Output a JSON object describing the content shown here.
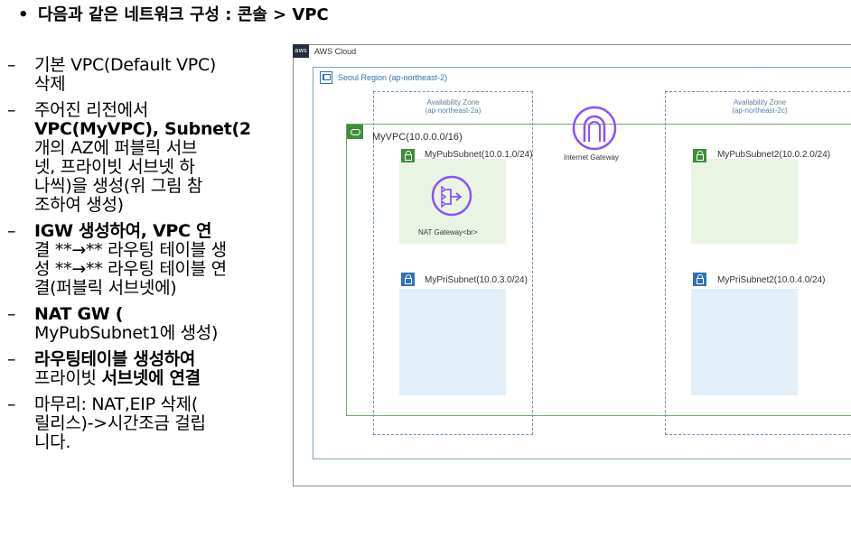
{
  "title": {
    "bullet": "•",
    "text": "다음과 같은 네트워크 구성 : 콘솔 > VPC"
  },
  "steps": [
    {
      "dash": "–",
      "lines": [
        [
          "기본 VPC(Default VPC)"
        ],
        [
          "삭제"
        ]
      ]
    },
    {
      "dash": "–",
      "lines": [
        [
          "주어진 리전에서"
        ],
        [
          "**VPC**(MyVPC), ",
          "**Subnet**(2"
        ],
        [
          "개의 AZ에 퍼블릭 서브"
        ],
        [
          "넷, 프라이빗 서브넷 하"
        ],
        [
          "나씩)을 생성(위 그림 참"
        ],
        [
          "조하여 생성)"
        ]
      ]
    },
    {
      "dash": "–",
      "lines": [
        [
          "**IGW** 생성하여, VPC 연"
        ],
        [
          "결 **→** 라우팅 테이블 생"
        ],
        [
          "성 **→** 라우팅 테이블 연"
        ],
        [
          "결(퍼블릭 서브넷에)"
        ]
      ]
    },
    {
      "dash": "–",
      "lines": [
        [
          "**NAT GW** ("
        ],
        [
          "MyPubSubnet1에 생성)"
        ]
      ]
    },
    {
      "dash": "–",
      "lines": [
        [
          "**라우팅테이블** 생성하여"
        ],
        [
          "프라이빗 ",
          "**서브넷에 연결**"
        ]
      ]
    },
    {
      "dash": "–",
      "lines": [
        [
          "마무리: NAT,EIP 삭제("
        ],
        [
          "릴리스)->시간조금 걸립"
        ],
        [
          "니다."
        ]
      ]
    }
  ],
  "diagram": {
    "aws_logo": "aws",
    "cloud_label": "AWS Cloud",
    "region_label": "Seoul Region (ap-northeast-2)",
    "az1": {
      "title": "Availability Zone",
      "code": "(ap-northeast-2a)"
    },
    "az2": {
      "title": "Availability Zone",
      "code": "(ap-northeast-2c)"
    },
    "vpc_label": "MyVPC(10.0.0.0/16)",
    "igw_label": "Internet Gateway",
    "nat_label": "NAT Gateway<br>",
    "pub1": "MyPubSubnet(10.0.1.0/24)",
    "pub2": "MyPubSubnet2(10.0.2.0/24)",
    "pri1": "MyPriSubnet(10.0.3.0/24)",
    "pri2": "MyPriSubnet2(10.0.4.0/24)"
  },
  "colors": {
    "vpc_green": "#3f8d3a",
    "public_fill": "#e9f4e3",
    "private_fill": "#e3eff8",
    "aws_purple": "#8c4fff",
    "region_blue": "#2e73b8"
  }
}
